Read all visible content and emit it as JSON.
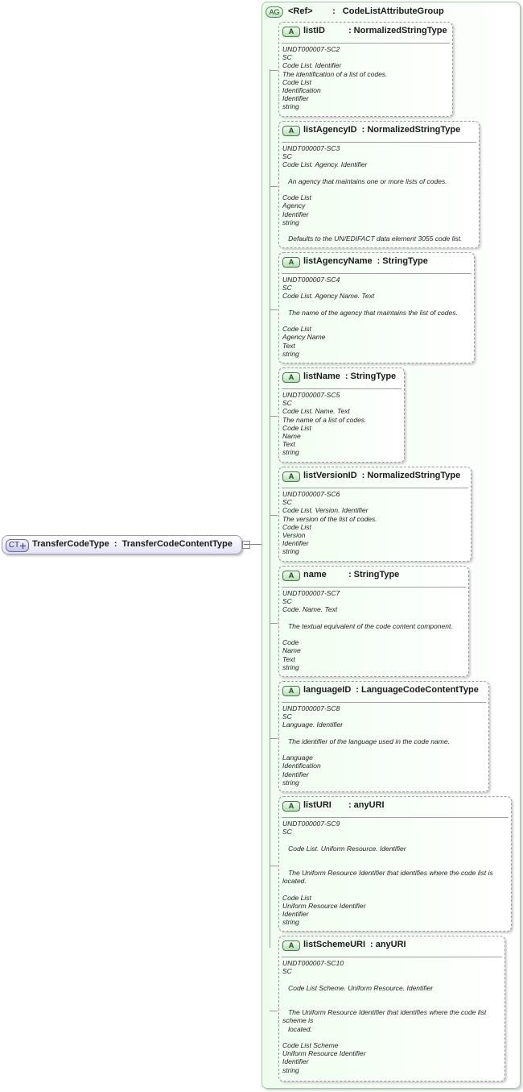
{
  "complex_type": {
    "badge": "CT",
    "name": "TransferCodeType",
    "separator": ":",
    "base_type": "TransferCodeContentType"
  },
  "attribute_group": {
    "badge": "AG",
    "ref_label": "<Ref>",
    "separator": ":",
    "name": "CodeListAttributeGroup"
  },
  "attributes": [
    {
      "badge": "A",
      "name": "listID",
      "separator": ":",
      "type": "NormalizedStringType",
      "lines": [
        "UNDT000007-SC2",
        "SC",
        "Code List. Identifier",
        "The identification of a list of codes.",
        "Code List",
        "Identification",
        "Identifier",
        "string"
      ]
    },
    {
      "badge": "A",
      "name": "listAgencyID",
      "separator": ":",
      "type": "NormalizedStringType",
      "lines": [
        "UNDT000007-SC3",
        "SC",
        "Code List. Agency. Identifier",
        "",
        "   An agency that maintains one or more lists of codes.",
        "",
        "Code List",
        "Agency",
        "Identifier",
        "string",
        "",
        "   Defaults to the UN/EDIFACT data element 3055 code list."
      ]
    },
    {
      "badge": "A",
      "name": "listAgencyName",
      "separator": ":",
      "type": "StringType",
      "lines": [
        "UNDT000007-SC4",
        "SC",
        "Code List. Agency Name. Text",
        "",
        "   The name of the agency that maintains the list of codes.",
        "",
        "Code List",
        "Agency Name",
        "Text",
        "string"
      ]
    },
    {
      "badge": "A",
      "name": "listName",
      "separator": ":",
      "type": "StringType",
      "lines": [
        "UNDT000007-SC5",
        "SC",
        "Code List. Name. Text",
        "The name of a list of codes.",
        "Code List",
        "Name",
        "Text",
        "string"
      ]
    },
    {
      "badge": "A",
      "name": "listVersionID",
      "separator": ":",
      "type": "NormalizedStringType",
      "lines": [
        "UNDT000007-SC6",
        "SC",
        "Code List. Version. Identifier",
        "The version of the list of codes.",
        "Code List",
        "Version",
        "Identifier",
        "string"
      ]
    },
    {
      "badge": "A",
      "name": "name",
      "separator": ":",
      "type": "StringType",
      "lines": [
        "UNDT000007-SC7",
        "SC",
        "Code. Name. Text",
        "",
        "   The textual equivalent of the code content component.",
        "",
        "Code",
        "Name",
        "Text",
        "string"
      ]
    },
    {
      "badge": "A",
      "name": "languageID",
      "separator": ":",
      "type": "LanguageCodeContentType",
      "lines": [
        "UNDT000007-SC8",
        "SC",
        "Language. Identifier",
        "",
        "   The identifier of the language used in the code name.",
        "",
        "Language",
        "Identification",
        "Identifier",
        "string"
      ]
    },
    {
      "badge": "A",
      "name": "listURI",
      "separator": ":",
      "type": "anyURI",
      "lines": [
        "UNDT000007-SC9",
        "SC",
        "",
        "   Code List. Uniform Resource. Identifier",
        "",
        "",
        "   The Uniform Resource Identifier that identifies where the code list is",
        "located.",
        "",
        "Code List",
        "Uniform Resource Identifier",
        "Identifier",
        "string"
      ]
    },
    {
      "badge": "A",
      "name": "listSchemeURI",
      "separator": ":",
      "type": "anyURI",
      "lines": [
        "UNDT000007-SC10",
        "SC",
        "",
        "   Code List Scheme. Uniform Resource. Identifier",
        "",
        "",
        "   The Uniform Resource Identifier that identifies where the code list",
        "scheme is",
        "   located.",
        "",
        "Code List Scheme",
        "Uniform Resource Identifier",
        "Identifier",
        "string"
      ]
    }
  ]
}
